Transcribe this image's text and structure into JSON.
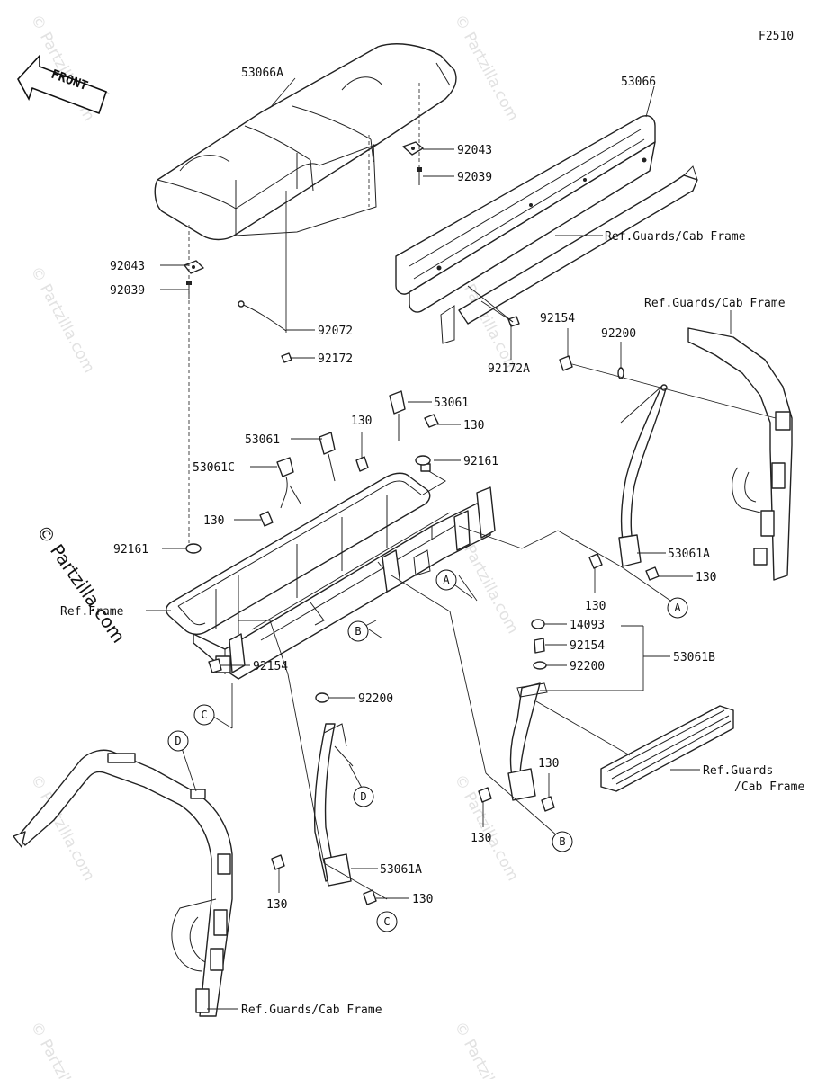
{
  "figure_code": "F2510",
  "front_label": "FRONT",
  "watermark": "© Partzilla.com",
  "side_watermark": "© Partzilla.com",
  "labels": {
    "p53066A": "53066A",
    "p53066": "53066",
    "p92043_top": "92043",
    "p92039_top": "92039",
    "ref_guards_top": "Ref.Guards/Cab Frame",
    "p92043_left": "92043",
    "p92039_left": "92039",
    "p92072": "92072",
    "p92172": "92172",
    "p92172A": "92172A",
    "ref_guards_right": "Ref.Guards/Cab Frame",
    "p92154_top": "92154",
    "p92200_top": "92200",
    "p53061_a": "53061",
    "p130_a": "130",
    "p53061_b": "53061",
    "p130_b": "130",
    "p53061C": "53061C",
    "p92161_right": "92161",
    "p130_c": "130",
    "p92161_left": "92161",
    "ref_frame": "Ref.Frame",
    "p53061A_right": "53061A",
    "p130_d": "130",
    "p130_e": "130",
    "p14093": "14093",
    "p92154_mid": "92154",
    "p53061B": "53061B",
    "p92200_mid": "92200",
    "p92154_left": "92154",
    "p92200_left": "92200",
    "ref_guards_mid_1": "Ref.Guards",
    "ref_guards_mid_2": "/Cab Frame",
    "p130_f": "130",
    "p130_g": "130",
    "p53061A_bottom": "53061A",
    "p130_h": "130",
    "p130_i": "130",
    "ref_guards_bottom": "Ref.Guards/Cab Frame"
  },
  "callouts": {
    "a1": "A",
    "a2": "A",
    "b1": "B",
    "b2": "B",
    "c1": "C",
    "c2": "C",
    "d1": "D",
    "d2": "D"
  }
}
